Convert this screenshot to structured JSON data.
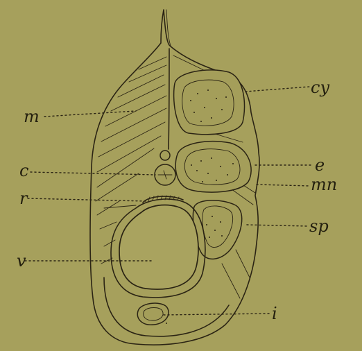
{
  "labels": {
    "m": "m",
    "c": "c",
    "r": "r",
    "v": "v",
    "cy": "cy",
    "e": "e",
    "mn": "mn",
    "sp": "sp",
    "i": "i"
  },
  "colors": {
    "paper": "#a6a05c",
    "ink": "#2b2414"
  }
}
